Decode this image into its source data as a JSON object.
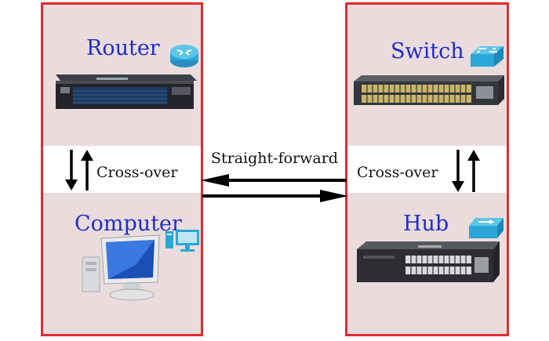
{
  "devices": {
    "router": "Router",
    "switch": "Switch",
    "computer": "Computer",
    "hub": "Hub"
  },
  "links": {
    "left_vertical": "Cross-over",
    "right_vertical": "Cross-over",
    "horizontal": "Straight-forward"
  },
  "colors": {
    "border": "#e52a31",
    "title": "#1f2cc9",
    "panel_background": "#eadcdc",
    "icon_blue": "#2aa7d8"
  },
  "icons": {
    "router": "router-icon",
    "switch": "switch-icon",
    "computer": "monitor-icon",
    "hub": "hub-icon"
  }
}
